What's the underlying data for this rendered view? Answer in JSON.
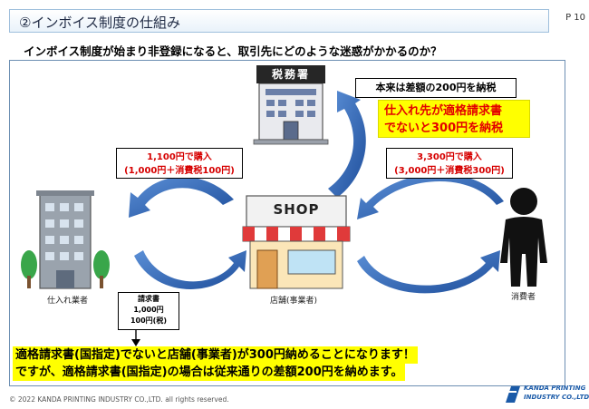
{
  "header": {
    "title": "②インボイス制度の仕組み",
    "page_number": "P 10"
  },
  "question": "インボイス制度が始まり非登録になると、取引先にどのような迷惑がかかるのか？",
  "tax_office": {
    "label": "税務署",
    "note": "本来は差額の200円を納税",
    "highlight": [
      "仕入れ先が適格請求書",
      "でないと300円を納税"
    ]
  },
  "shop": {
    "sign": "SHOP",
    "caption": "店舗(事業者)"
  },
  "supplier": {
    "caption": "仕入れ業者"
  },
  "consumer": {
    "caption": "消費者"
  },
  "purchase_left": {
    "line1": "1,100円で購入",
    "line2": "(1,000円＋消費税100円)"
  },
  "purchase_right": {
    "line1": "3,300円で購入",
    "line2": "(3,000円＋消費税300円)"
  },
  "invoice": {
    "title": "請求書",
    "amount": "1,000円",
    "tax": "100円(税)"
  },
  "bottom_message": [
    "適格請求書(国指定)でないと店舗(事業者)が300円納めることになります！",
    "ですが、適格請求書(国指定)の場合は従来通りの差額200円を納めます。"
  ],
  "footer": {
    "copyright": "© 2022  KANDA PRINTING  INDUSTRY  CO.,LTD.   all rights reserved.",
    "logo_line1": "KANDA PRINTING",
    "logo_line2": "INDUSTRY CO.,LTD."
  },
  "colors": {
    "arrow_blue": "#2f6bbf",
    "highlight_yellow": "#ffff00",
    "emphasis_red": "#e30000",
    "awning_red": "#e03a3a",
    "tree_green": "#39a64a",
    "building_gray": "#8a8f99"
  }
}
